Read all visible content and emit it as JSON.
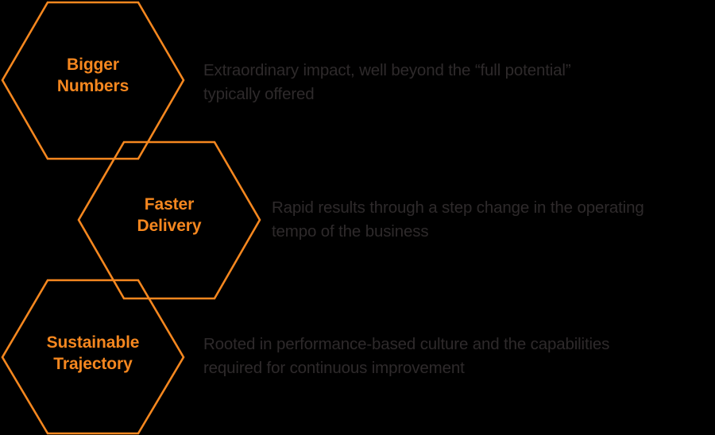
{
  "theme": {
    "background": "#000000",
    "hexagon_stroke": "#F5871F",
    "label_color": "#F5871F",
    "description_color": "#2E2A2B"
  },
  "diagram": {
    "type": "hexagon-list",
    "items": [
      {
        "label": "Bigger\nNumbers",
        "description": "Extraordinary impact, well beyond the “full potential”\ntypically offered"
      },
      {
        "label": "Faster\nDelivery",
        "description": "Rapid results through a step change in the operating\ntempo of the business"
      },
      {
        "label": "Sustainable\nTrajectory",
        "description": "Rooted in performance-based culture and the capabilities\nrequired for continuous improvement"
      }
    ]
  }
}
